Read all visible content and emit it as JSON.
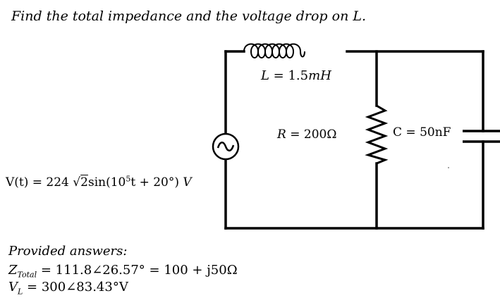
{
  "question": "Find the total impedance and the voltage drop on L.",
  "circuit": {
    "inductor": {
      "name": "L",
      "value": "1.5",
      "unit": "mH"
    },
    "resistor": {
      "name": "R",
      "value": "200",
      "unit": "Ω"
    },
    "capacitor": {
      "name": "C",
      "value": "50",
      "unit": "nF"
    },
    "source": {
      "lhs": "V(t)",
      "equals": "= 224",
      "sqrt_arg": "2",
      "fn": "sin(10",
      "exp": "5",
      "rest": "t + 20°)",
      "unit": "V"
    }
  },
  "answers": {
    "heading": "Provided answers:",
    "z": {
      "symbol": "Z",
      "subscript": "Total",
      "value": "= 111.8∠26.57° = 100 + j50Ω"
    },
    "v": {
      "symbol": "V",
      "subscript": "L",
      "value": "= 300∠83.43°V"
    }
  }
}
